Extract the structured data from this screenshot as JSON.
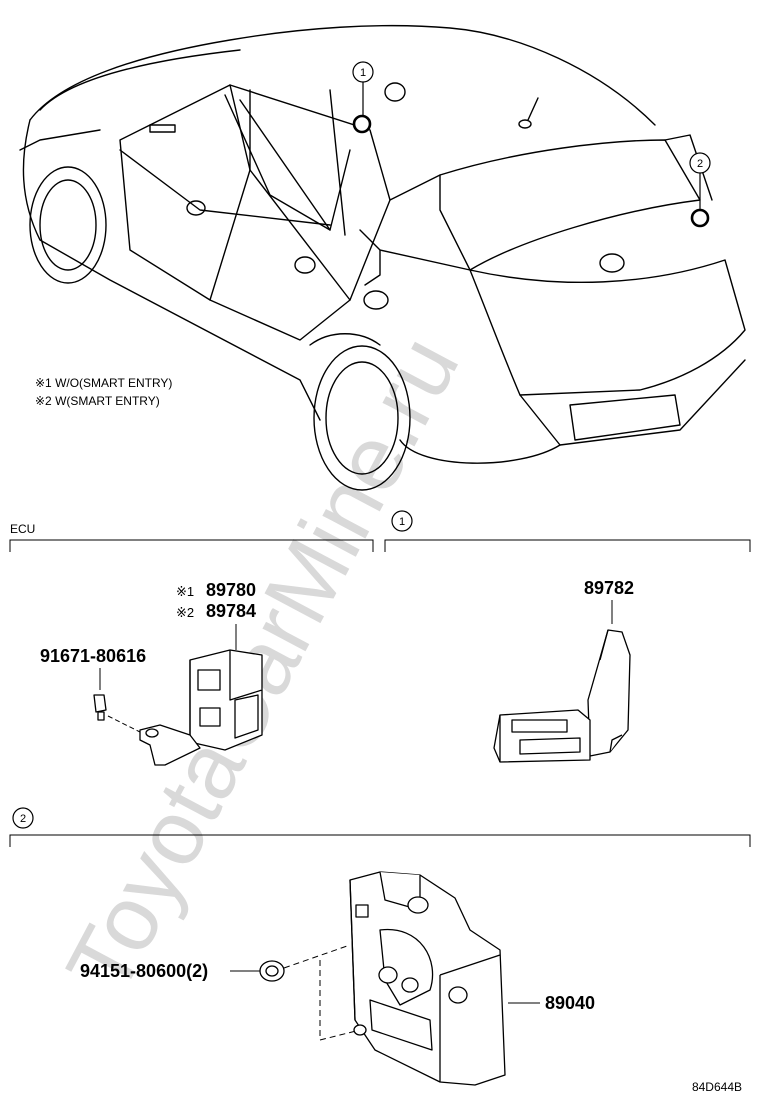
{
  "notes": {
    "n1": "※1 W/O(SMART ENTRY)",
    "n2": "※2 W(SMART ENTRY)"
  },
  "callouts": {
    "c1": "1",
    "c2": "2"
  },
  "sections": {
    "ecu_title": "ECU",
    "sec1_num": "1",
    "sec2_num": "2"
  },
  "parts": {
    "ecu_mark1": "※1",
    "ecu_part1": "89780",
    "ecu_mark2": "※2",
    "ecu_part2": "89784",
    "bolt": "91671-80616",
    "antenna": "89782",
    "nut": "94151-80600(2)",
    "module": "89040"
  },
  "watermark": "ToyotaCarMine.ru",
  "diagram_code": "84D644B"
}
